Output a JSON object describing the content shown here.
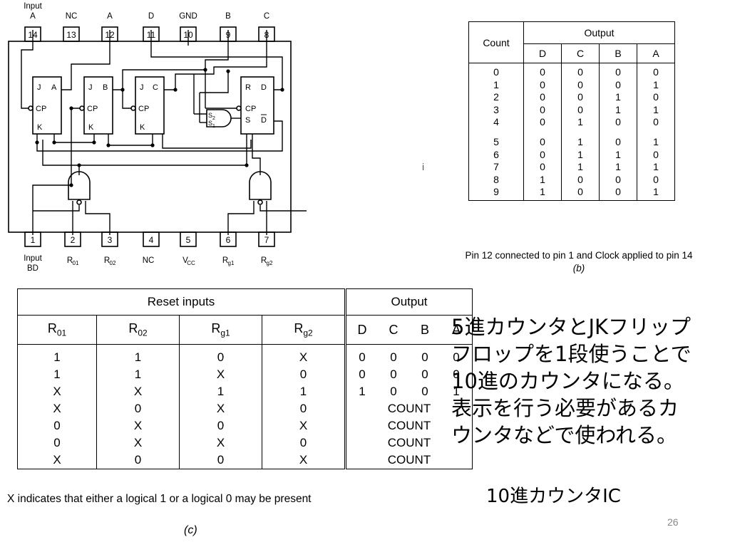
{
  "diagram": {
    "top_pins": [
      {
        "num": "14",
        "label1": "Input",
        "label2": "A"
      },
      {
        "num": "13",
        "label1": "",
        "label2": "NC"
      },
      {
        "num": "12",
        "label1": "",
        "label2": "A"
      },
      {
        "num": "11",
        "label1": "",
        "label2": "D"
      },
      {
        "num": "10",
        "label1": "",
        "label2": "GND"
      },
      {
        "num": "9",
        "label1": "",
        "label2": "B"
      },
      {
        "num": "8",
        "label1": "",
        "label2": "C"
      }
    ],
    "bottom_pins": [
      {
        "num": "1",
        "label1": "Input",
        "label2": "BD"
      },
      {
        "num": "2",
        "label1": "R",
        "sub": "01"
      },
      {
        "num": "3",
        "label1": "R",
        "sub": "02"
      },
      {
        "num": "4",
        "label1": "NC",
        "sub": ""
      },
      {
        "num": "5",
        "label1": "V",
        "sub": "CC"
      },
      {
        "num": "6",
        "label1": "R",
        "sub": "g1"
      },
      {
        "num": "7",
        "label1": "R",
        "sub": "g2"
      }
    ],
    "ff_labels": {
      "ff1": [
        "J",
        "A",
        "CP",
        "K"
      ],
      "ff2": [
        "J",
        "B",
        "CP",
        "K"
      ],
      "ff3": [
        "J",
        "C",
        "CP",
        "K"
      ],
      "ff4": [
        "R",
        "D",
        "CP",
        "S",
        "D"
      ]
    },
    "gate_labels": [
      "S",
      "2",
      "S",
      "1"
    ]
  },
  "table_b": {
    "header_count": "Count",
    "header_output": "Output",
    "columns": [
      "D",
      "C",
      "B",
      "A"
    ],
    "rows": [
      [
        "0",
        "0",
        "0",
        "0",
        "0"
      ],
      [
        "1",
        "0",
        "0",
        "0",
        "1"
      ],
      [
        "2",
        "0",
        "0",
        "1",
        "0"
      ],
      [
        "3",
        "0",
        "0",
        "1",
        "1"
      ],
      [
        "4",
        "0",
        "1",
        "0",
        "0"
      ],
      [
        "5",
        "0",
        "1",
        "0",
        "1"
      ],
      [
        "6",
        "0",
        "1",
        "1",
        "0"
      ],
      [
        "7",
        "0",
        "1",
        "1",
        "1"
      ],
      [
        "8",
        "1",
        "0",
        "0",
        "0"
      ],
      [
        "9",
        "1",
        "0",
        "0",
        "1"
      ]
    ],
    "caption": "Pin 12 connected to pin 1 and Clock applied to pin 14",
    "label": "(b)"
  },
  "table_c": {
    "header_reset": "Reset inputs",
    "header_output": "Output",
    "reset_cols": [
      {
        "main": "R",
        "sub": "01"
      },
      {
        "main": "R",
        "sub": "02"
      },
      {
        "main": "R",
        "sub": "g1"
      },
      {
        "main": "R",
        "sub": "g2"
      }
    ],
    "output_cols": [
      "D",
      "C",
      "B",
      "A"
    ],
    "rows": [
      {
        "r": [
          "1",
          "1",
          "0",
          "X"
        ],
        "out": [
          "0",
          "0",
          "0",
          "0"
        ]
      },
      {
        "r": [
          "1",
          "1",
          "X",
          "0"
        ],
        "out": [
          "0",
          "0",
          "0",
          "0"
        ]
      },
      {
        "r": [
          "X",
          "X",
          "1",
          "1"
        ],
        "out": [
          "1",
          "0",
          "0",
          "1"
        ]
      },
      {
        "r": [
          "X",
          "0",
          "X",
          "0"
        ],
        "count": "COUNT"
      },
      {
        "r": [
          "0",
          "X",
          "0",
          "X"
        ],
        "count": "COUNT"
      },
      {
        "r": [
          "0",
          "X",
          "X",
          "0"
        ],
        "count": "COUNT"
      },
      {
        "r": [
          "X",
          "0",
          "0",
          "X"
        ],
        "count": "COUNT"
      }
    ],
    "caption": "X indicates that either a logical 1 or a logical 0 may be present",
    "label": "(c)"
  },
  "description": [
    "5進カウンタとJKフリップ",
    "フロップを1段使うことで",
    "10進のカウンタになる。",
    "表示を行う必要があるカ",
    "ウンタなどで使われる。"
  ],
  "subtitle": "10進カウンタIC",
  "page_number": "26",
  "side_mark": "i"
}
